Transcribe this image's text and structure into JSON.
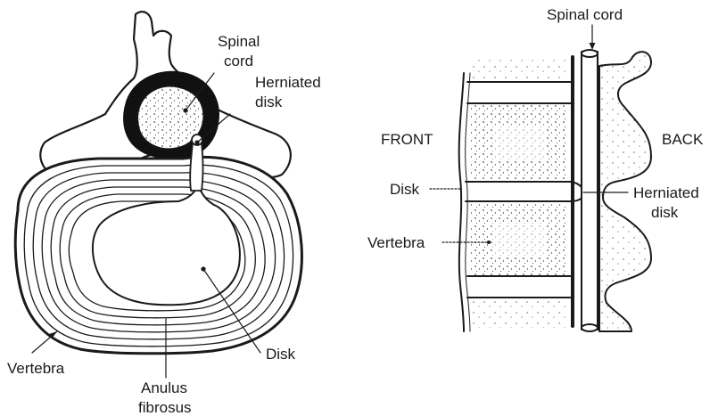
{
  "left_view": {
    "labels": {
      "spinal_cord_line1": "Spinal",
      "spinal_cord_line2": "cord",
      "herniated_line1": "Herniated",
      "herniated_line2": "disk",
      "disk": "Disk",
      "vertebra": "Vertebra",
      "anulus_line1": "Anulus",
      "anulus_line2": "fibrosus"
    }
  },
  "right_view": {
    "labels": {
      "spinal_cord": "Spinal cord",
      "front": "FRONT",
      "back": "BACK",
      "disk": "Disk",
      "herniated_line1": "Herniated",
      "herniated_line2": "disk",
      "vertebra": "Vertebra"
    }
  },
  "colors": {
    "ink": "#1a1a1a",
    "paper": "#ffffff"
  }
}
